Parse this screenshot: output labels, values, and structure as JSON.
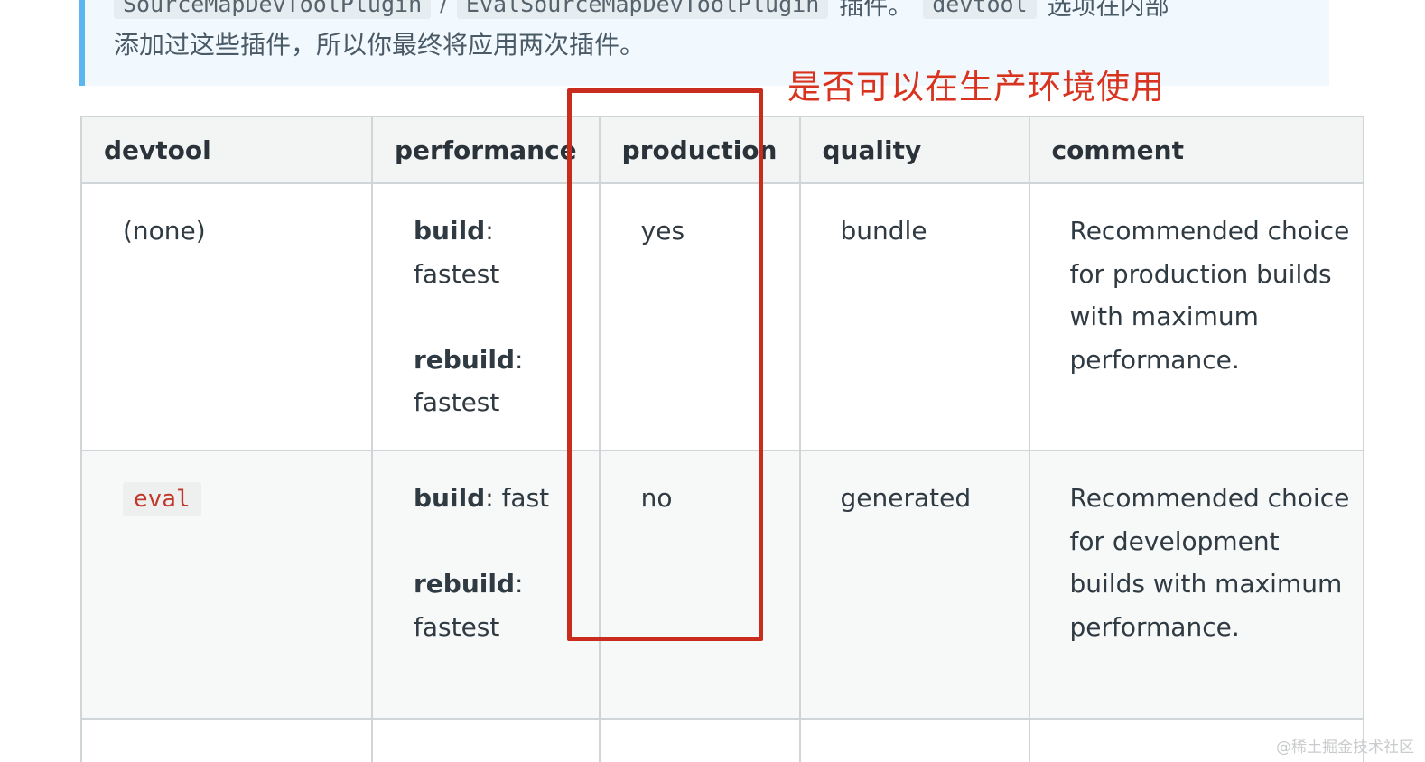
{
  "note": {
    "code1": "SourceMapDevToolPlugin",
    "separator": "/",
    "code2": "EvalSourceMapDevToolPlugin",
    "text1": "插件。",
    "code3": "devtool",
    "text2": "选项在内部",
    "line2": "添加过这些插件，所以你最终将应用两次插件。"
  },
  "annotation": {
    "text": "是否可以在生产环境使用",
    "color": "#d8331f"
  },
  "table": {
    "headers": [
      "devtool",
      "performance",
      "production",
      "quality",
      "comment"
    ],
    "rows": [
      {
        "devtool": "(none)",
        "build_label": "build",
        "build_value": "fastest",
        "rebuild_label": "rebuild",
        "rebuild_value": "fastest",
        "production": "yes",
        "quality": "bundle",
        "comment": "Recommended choice for production builds with maximum performance."
      },
      {
        "devtool": "eval",
        "build_label": "build",
        "build_value": "fast",
        "rebuild_label": "rebuild",
        "rebuild_value": "fastest",
        "production": "no",
        "quality": "generated",
        "comment": "Recommended choice for development builds with maximum performance."
      }
    ]
  },
  "watermark": "@稀土掘金技术社区"
}
